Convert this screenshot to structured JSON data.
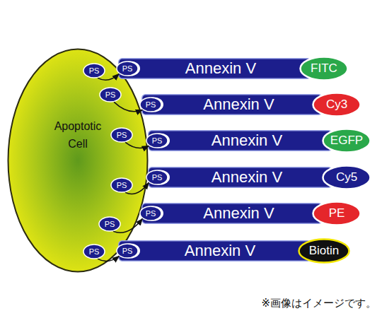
{
  "diagram": {
    "nodes": [
      {
        "text": [
          "Apoptotic Cell"
        ]
      },
      {
        "text": [
          "PS"
        ]
      },
      {
        "text": [
          "PS"
        ]
      },
      {
        "text": [
          "Annexin V"
        ]
      },
      {
        "text": [
          "FITC"
        ]
      },
      {
        "text": [
          "PS"
        ]
      },
      {
        "text": [
          "PS"
        ]
      },
      {
        "text": [
          "Annexin V"
        ]
      },
      {
        "text": [
          "Cy3"
        ]
      },
      {
        "text": [
          "PS"
        ]
      },
      {
        "text": [
          "PS"
        ]
      },
      {
        "text": [
          "Annexin V"
        ]
      },
      {
        "text": [
          "EGFP"
        ]
      },
      {
        "text": [
          "PS"
        ]
      },
      {
        "text": [
          "PS"
        ]
      },
      {
        "text": [
          "Annexin V"
        ]
      },
      {
        "text": [
          "Cy5"
        ]
      },
      {
        "text": [
          "PS"
        ]
      },
      {
        "text": [
          "PS"
        ]
      },
      {
        "text": [
          "Annexin V"
        ]
      },
      {
        "text": [
          "PE"
        ]
      },
      {
        "text": [
          "PS"
        ]
      },
      {
        "text": [
          "PS"
        ]
      },
      {
        "text": [
          "Annexin V"
        ]
      },
      {
        "text": [
          "Biotin"
        ]
      }
    ],
    "edges": [
      {
        "from": 1,
        "to": 2,
        "arrow": "to"
      },
      {
        "from": 5,
        "to": 6,
        "arrow": "to"
      },
      {
        "from": 9,
        "to": 10,
        "arrow": "to"
      },
      {
        "from": 13,
        "to": 14,
        "arrow": "to"
      },
      {
        "from": 17,
        "to": 18,
        "arrow": "to"
      },
      {
        "from": 21,
        "to": 22,
        "arrow": "to"
      }
    ],
    "labels": [
      "※画像はイメージです。"
    ]
  }
}
